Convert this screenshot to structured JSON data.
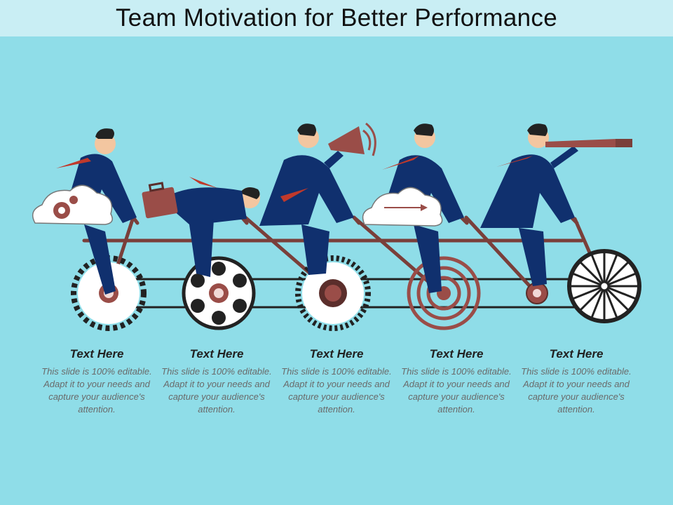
{
  "slide": {
    "title": "Team Motivation for Better Performance"
  },
  "colors": {
    "background": "#8fdde8",
    "title_band": "#c9eef4",
    "suit": "#10306e",
    "frame": "#7a3f3a",
    "tie": "#c0392b",
    "wheel_dark": "#222222"
  },
  "captions": [
    {
      "heading": "Text Here",
      "body": "This slide is 100% editable. Adapt it to your needs and capture your audience's attention."
    },
    {
      "heading": "Text Here",
      "body": "This slide is 100% editable. Adapt it to your needs and capture your audience's attention."
    },
    {
      "heading": "Text Here",
      "body": "This slide is 100% editable. Adapt it to your needs and capture your audience's attention."
    },
    {
      "heading": "Text Here",
      "body": "This slide is 100% editable. Adapt it to your needs and capture your audience's attention."
    },
    {
      "heading": "Text Here",
      "body": "This slide is 100% editable. Adapt it to your needs and capture your audience's attention."
    }
  ],
  "icons": [
    "gear-cloud-icon",
    "briefcase-icon",
    "megaphone-icon",
    "arrow-cloud-icon",
    "telescope-icon"
  ]
}
